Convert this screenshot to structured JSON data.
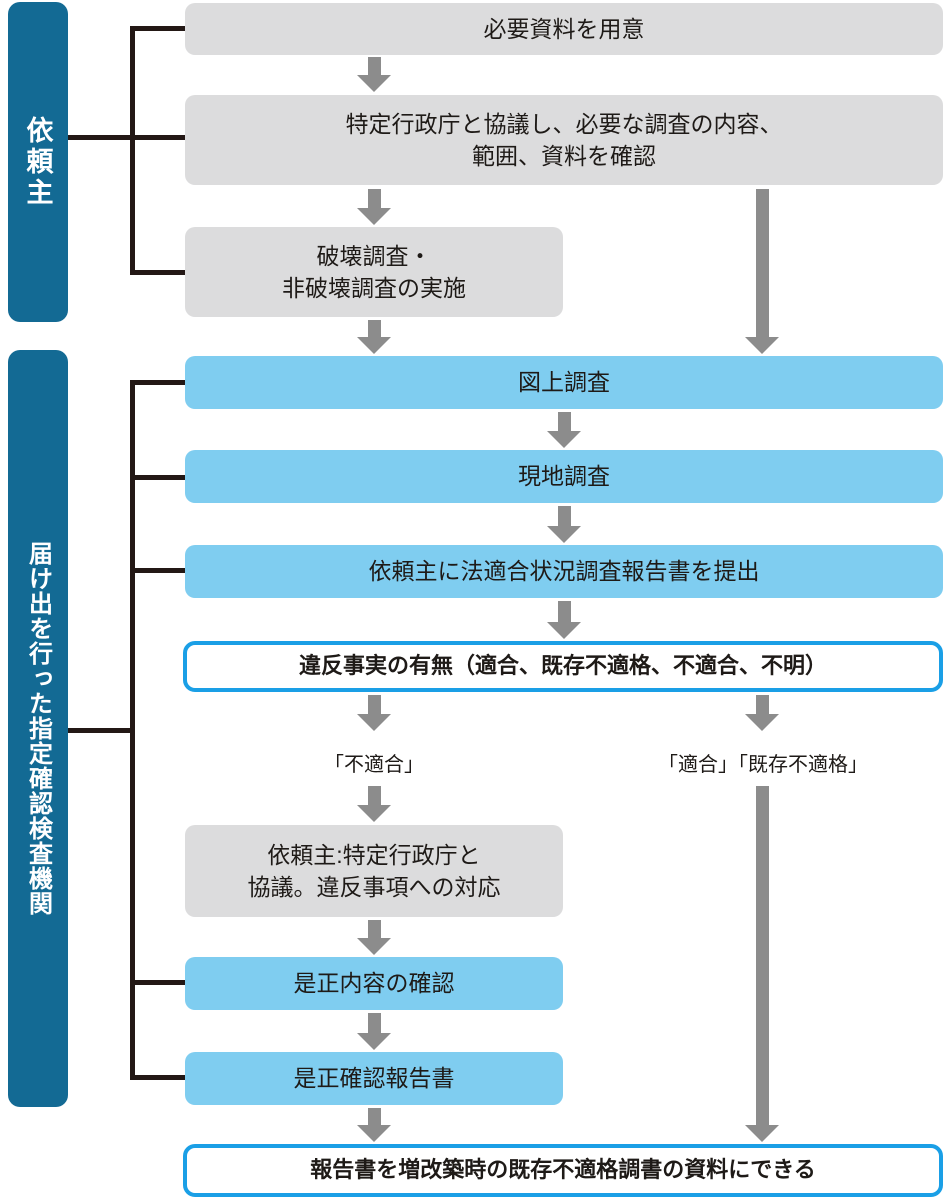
{
  "lanes": [
    {
      "id": "client",
      "label": "依頼主"
    },
    {
      "id": "agency",
      "label": "届け出を行った指定確認検査機関"
    }
  ],
  "nodes": {
    "prepare": {
      "text": "必要資料を用意",
      "type": "gray"
    },
    "consult": {
      "text": "特定行政庁と協議し、必要な調査の内容、\n範囲、資料を確認",
      "type": "gray"
    },
    "destructive": {
      "text": "破壊調査・\n非破壊調査の実施",
      "type": "gray"
    },
    "desk_survey": {
      "text": "図上調査",
      "type": "blue"
    },
    "site_survey": {
      "text": "現地調査",
      "type": "blue"
    },
    "submit_report": {
      "text": "依頼主に法適合状況調査報告書を提出",
      "type": "blue"
    },
    "violation_check": {
      "text": "違反事実の有無（適合、既存不適格、不適合、不明）",
      "type": "outline"
    },
    "consult_violation": {
      "text": "依頼主:特定行政庁と\n協議。違反事項への対応",
      "type": "gray"
    },
    "confirm_correction": {
      "text": "是正内容の確認",
      "type": "blue"
    },
    "correction_report": {
      "text": "是正確認報告書",
      "type": "blue"
    },
    "final_use": {
      "text": "報告書を増改築時の既存不適格調書の資料にできる",
      "type": "outline"
    }
  },
  "branch_labels": {
    "noncompliant": "「不適合」",
    "compliant": "「適合」「既存不適格」"
  },
  "colors": {
    "lane_bar": "#136a94",
    "box_gray": "#dcdcdd",
    "box_blue": "#7fcdf0",
    "outline_border": "#1a9fe6",
    "arrow_gray": "#8c8c8c",
    "bracket_black": "#231815",
    "text": "#1e1a17",
    "lane_text": "#ffffff",
    "background": "#ffffff"
  }
}
